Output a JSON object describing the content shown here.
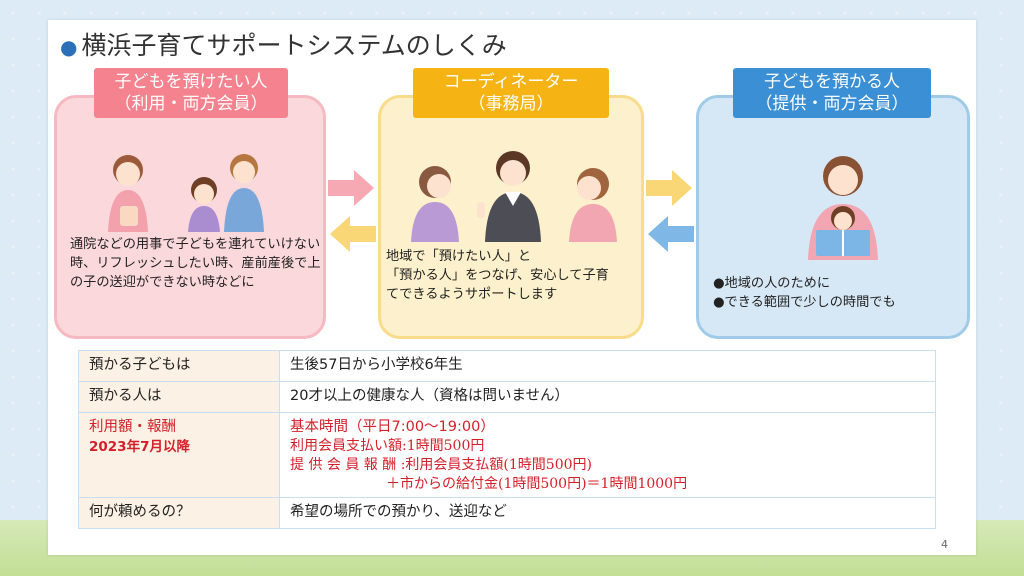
{
  "title": "横浜子育てサポートシステムのしくみ",
  "panels": {
    "left": {
      "label_line1": "子どもを預けたい人",
      "label_line2": "（利用・両方会員）",
      "text": "通院などの用事で子どもを連れていけない時、リフレッシュしたい時、産前産後で上の子の送迎ができない時などに"
    },
    "middle": {
      "label_line1": "コーディネーター",
      "label_line2": "（事務局）",
      "text_line1": "地域で「預けたい人」と",
      "text_line2": "「預かる人」をつなげ、安心して子育",
      "text_line3": "てできるようサポートします"
    },
    "right": {
      "label_line1": "子どもを預かる人",
      "label_line2": "（提供・両方会員）",
      "bullet1": "●地域の人のために",
      "bullet2": "●できる範囲で少しの時間でも"
    }
  },
  "table": {
    "row1": {
      "key": "預かる子どもは",
      "value": "生後57日から小学校6年生"
    },
    "row2": {
      "key": "預かる人は",
      "value": "20才以上の健康な人（資格は問いません）"
    },
    "row3": {
      "key_line1": "利用額・報酬",
      "key_line2": "2023年7月以降",
      "value_head": "基本時間（平日7:00～19:00）",
      "value_line1": "利用会員支払い額:1時間500円",
      "value_line2": "提 供 会 員 報 酬 :利用会員支払額(1時間500円)",
      "value_line3": "＋市からの給付金(1時間500円)＝1時間1000円"
    },
    "row4": {
      "key": "何が頼めるの？",
      "value": "希望の場所での預かり、送迎など"
    }
  },
  "page_number": "4",
  "colors": {
    "pink": "#f4838f",
    "yellow": "#f5b414",
    "blue": "#3a8fd5",
    "red_text": "#d4202a"
  }
}
